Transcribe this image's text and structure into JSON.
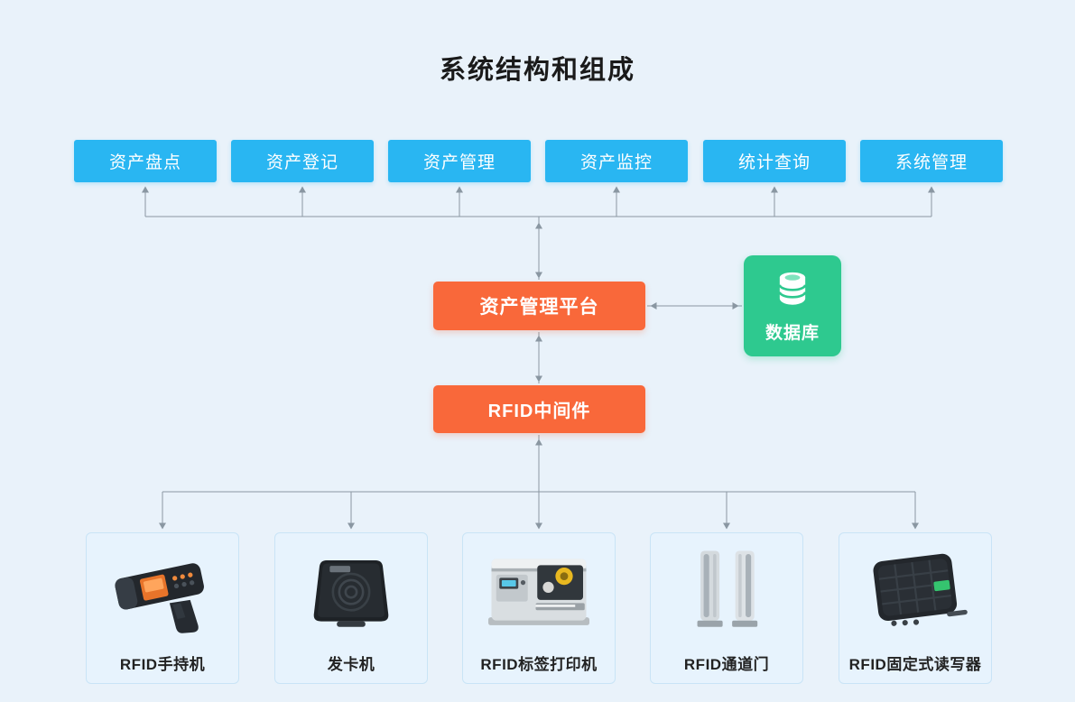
{
  "title": "系统结构和组成",
  "top_modules": [
    {
      "label": "资产盘点"
    },
    {
      "label": "资产登记"
    },
    {
      "label": "资产管理"
    },
    {
      "label": "资产监控"
    },
    {
      "label": "统计查询"
    },
    {
      "label": "系统管理"
    }
  ],
  "platform": {
    "label": "资产管理平台"
  },
  "database": {
    "label": "数据库"
  },
  "middleware": {
    "label": "RFID中间件"
  },
  "devices": [
    {
      "label": "RFID手持机"
    },
    {
      "label": "发卡机"
    },
    {
      "label": "RFID标签打印机"
    },
    {
      "label": "RFID通道门"
    },
    {
      "label": "RFID固定式读写器"
    }
  ],
  "colors": {
    "page_bg": "#e9f2fa",
    "module_blue": "#29b6f2",
    "node_orange": "#f9683a",
    "db_green": "#2ec98f",
    "card_bg": "#e7f3fd",
    "card_border": "#c9e4f6",
    "line": "#8a97a2",
    "title_text": "#1a1a1a",
    "label_text": "#222222"
  }
}
